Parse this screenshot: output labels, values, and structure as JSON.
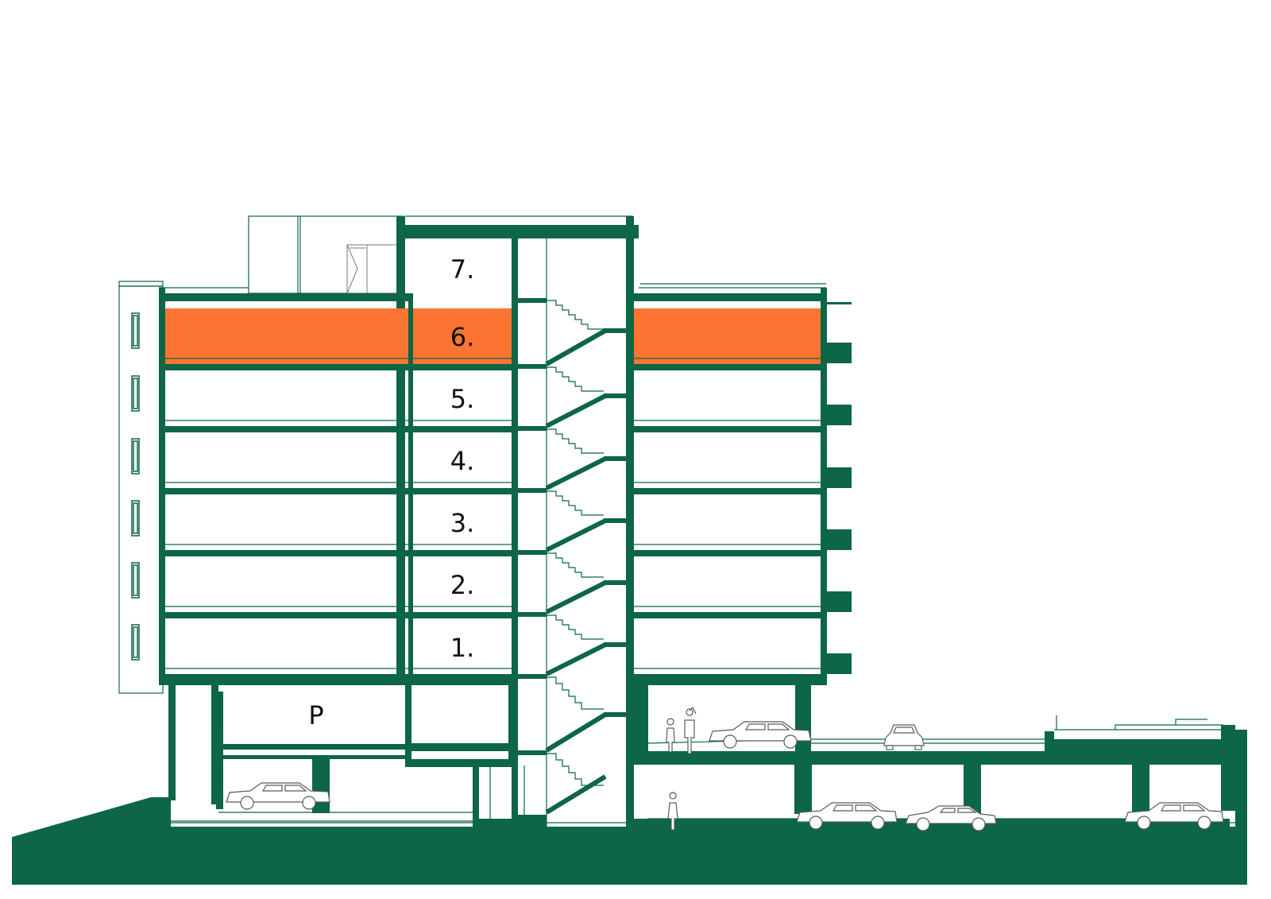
{
  "colors": {
    "structure": "#0d6646",
    "highlight": "#fb7432",
    "background": "#ffffff"
  },
  "floors": {
    "f7": "7.",
    "f6": "6.",
    "f5": "5.",
    "f4": "4.",
    "f3": "3.",
    "f2": "2.",
    "f1": "1.",
    "parking": "P"
  },
  "highlighted_floor": "6."
}
